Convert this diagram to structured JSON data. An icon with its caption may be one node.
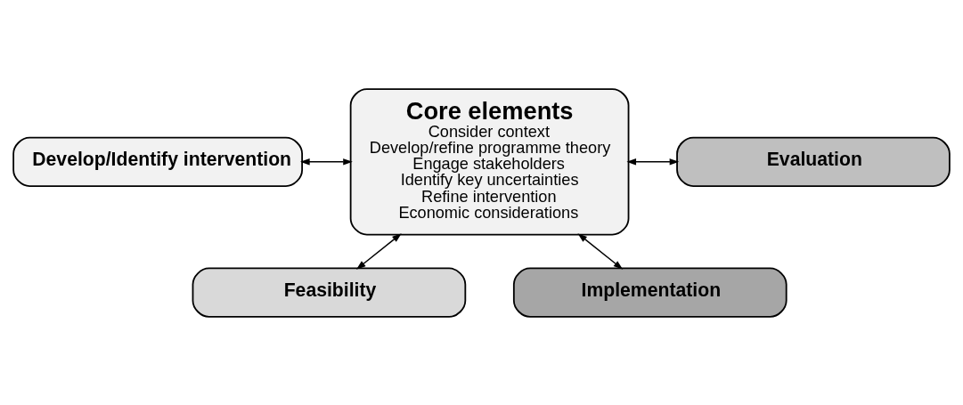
{
  "diagram": {
    "nodes": [
      {
        "text": [
          "Feasibility"
        ]
      },
      {
        "text": [
          "Core elements",
          "Consider context",
          "Develop/refine programme theory",
          "Engage stakeholders",
          "Identify key uncertainties",
          "Refine intervention",
          "Economic considerations"
        ]
      },
      {
        "text": [
          "Develop/Identify intervention"
        ]
      },
      {
        "text": [
          "Evaluation"
        ]
      },
      {
        "text": [
          "Implementation"
        ]
      }
    ],
    "edges": [
      {
        "from": 1,
        "to": 0,
        "arrow": "both"
      },
      {
        "from": 2,
        "to": 1,
        "arrow": "both"
      },
      {
        "from": 1,
        "to": 3,
        "arrow": "both"
      },
      {
        "from": 1,
        "to": 4,
        "arrow": "both"
      }
    ]
  }
}
